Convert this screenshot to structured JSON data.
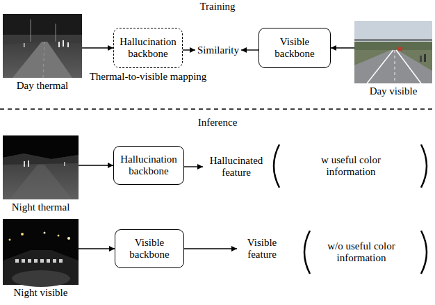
{
  "diagram": {
    "nodes": [
      {
        "text": [
          "Day thermal"
        ]
      },
      {
        "text": [
          "Hallucination backbone"
        ]
      },
      {
        "text": [
          "Similarity"
        ]
      },
      {
        "text": [
          "Visible backbone"
        ]
      },
      {
        "text": [
          "Day visible"
        ]
      },
      {
        "text": [
          "Night thermal"
        ]
      },
      {
        "text": [
          "Hallucination backbone"
        ]
      },
      {
        "text": [
          "Hallucinated feature"
        ]
      },
      {
        "text": [
          "Night visible"
        ]
      },
      {
        "text": [
          "Visible backbone"
        ]
      },
      {
        "text": [
          "Visible feature"
        ]
      }
    ],
    "edges": [
      {
        "from": 0,
        "to": 1,
        "arrow": "to"
      },
      {
        "from": 1,
        "to": 2,
        "arrow": "to"
      },
      {
        "from": 4,
        "to": 3,
        "arrow": "to"
      },
      {
        "from": 3,
        "to": 2,
        "arrow": "to"
      },
      {
        "from": 5,
        "to": 6,
        "arrow": "to"
      },
      {
        "from": 6,
        "to": 7,
        "arrow": "to"
      },
      {
        "from": 8,
        "to": 9,
        "arrow": "to"
      },
      {
        "from": 9,
        "to": 10,
        "arrow": "to"
      }
    ],
    "labels": [
      "Training",
      "Thermal-to-visible mapping",
      "Inference",
      "w useful color information",
      "w/o useful color information"
    ]
  }
}
